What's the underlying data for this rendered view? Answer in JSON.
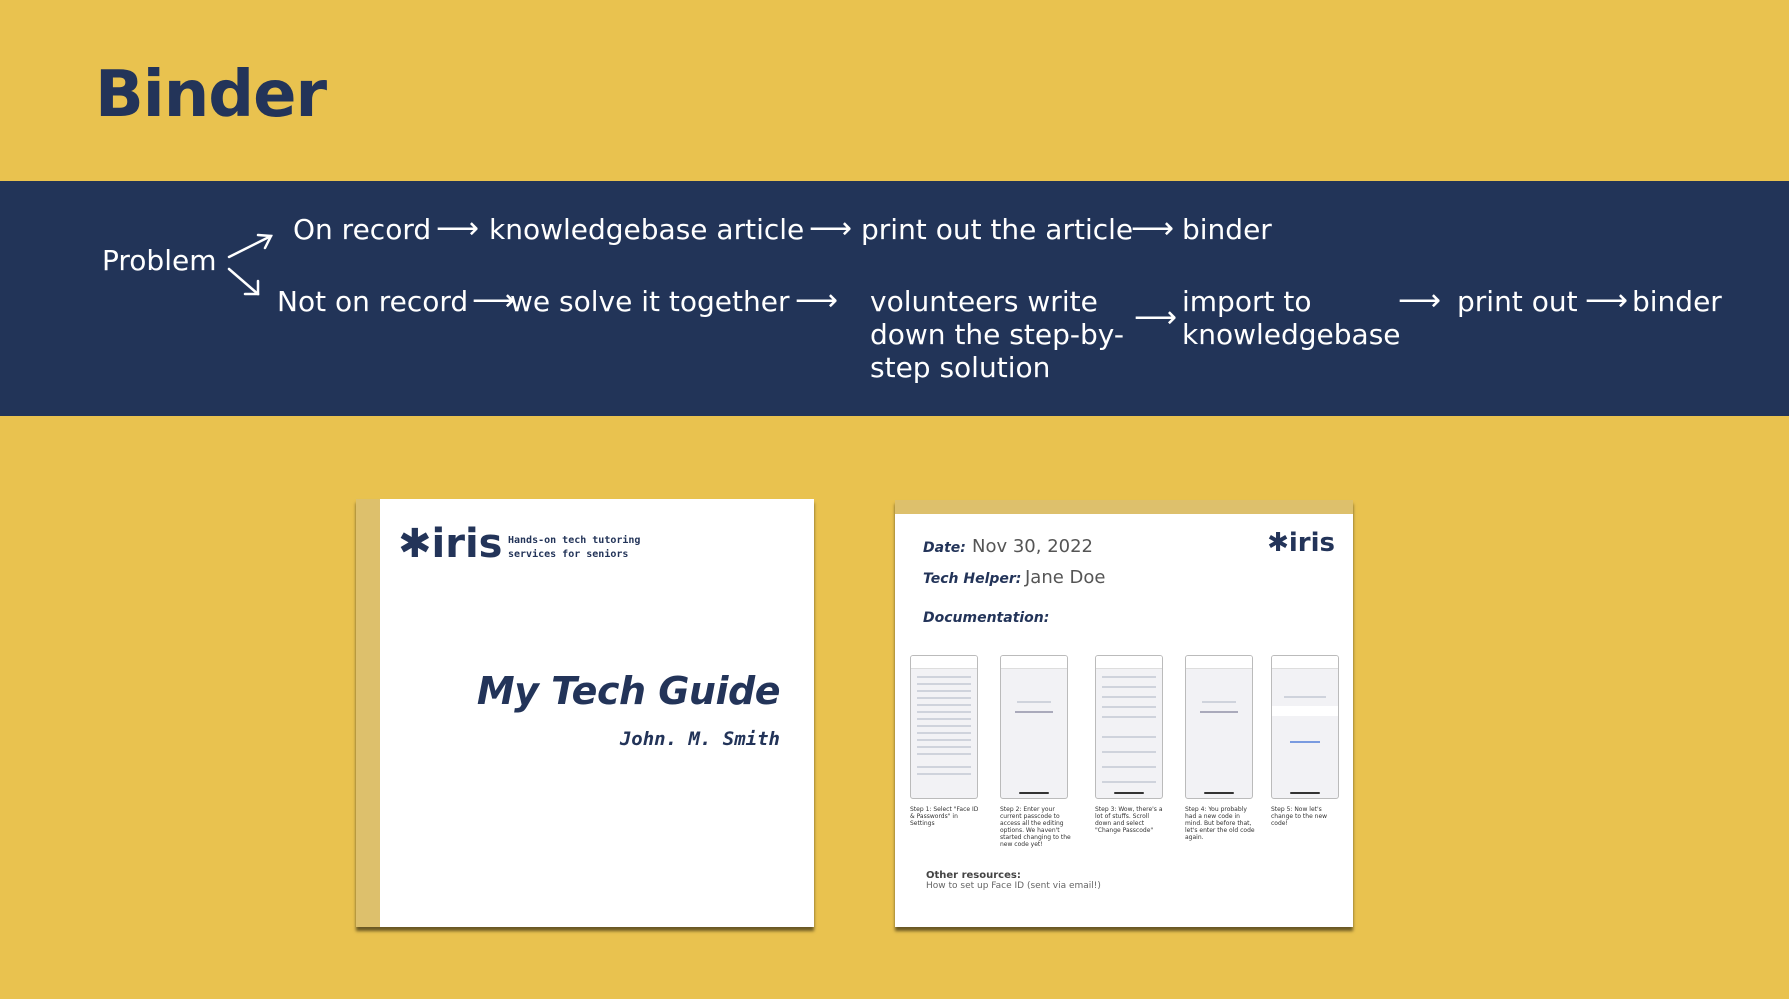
{
  "title": "Binder",
  "flow": {
    "start": "Problem",
    "top": {
      "branch": "On record",
      "step1": "knowledgebase article",
      "step2": "print out the article",
      "step3": "binder"
    },
    "bottom": {
      "branch": "Not on record",
      "step1": "we solve it together",
      "step2": "volunteers write down the step-by-step solution",
      "step3": "import to knowledgebase",
      "step4": "print out",
      "step5": "binder"
    },
    "arrow_glyph": "⟶"
  },
  "cover": {
    "logo_star": "✱",
    "logo_text": "iris",
    "tagline": "Hands-on tech tutoring services for seniors",
    "title": "My Tech Guide",
    "author": "John. M. Smith"
  },
  "doc": {
    "logo_star": "✱",
    "logo_text": "iris",
    "date_label": "Date:",
    "date_value": "Nov 30, 2022",
    "helper_label": "Tech Helper:",
    "helper_value": "Jane Doe",
    "documentation_label": "Documentation:",
    "steps": [
      "Step 1: Select \"Face ID & Passwords\" in Settings",
      "Step 2: Enter your current passcode to access all the editing options. We haven't started changing to the new code yet!",
      "Step 3: Wow, there's a lot of stuffs. Scroll down and select \"Change Passcode\"",
      "Step 4: You probably had a new code in mind. But before that, let's enter the old code again.",
      "Step 5: Now let's change to the new code!"
    ],
    "other_resources_label": "Other resources:",
    "other_resources_item": "How to set up Face ID (sent via email!)"
  },
  "colors": {
    "background": "#E9C24F",
    "band": "#223458",
    "navy": "#233459",
    "spine": "#DDC06C"
  }
}
